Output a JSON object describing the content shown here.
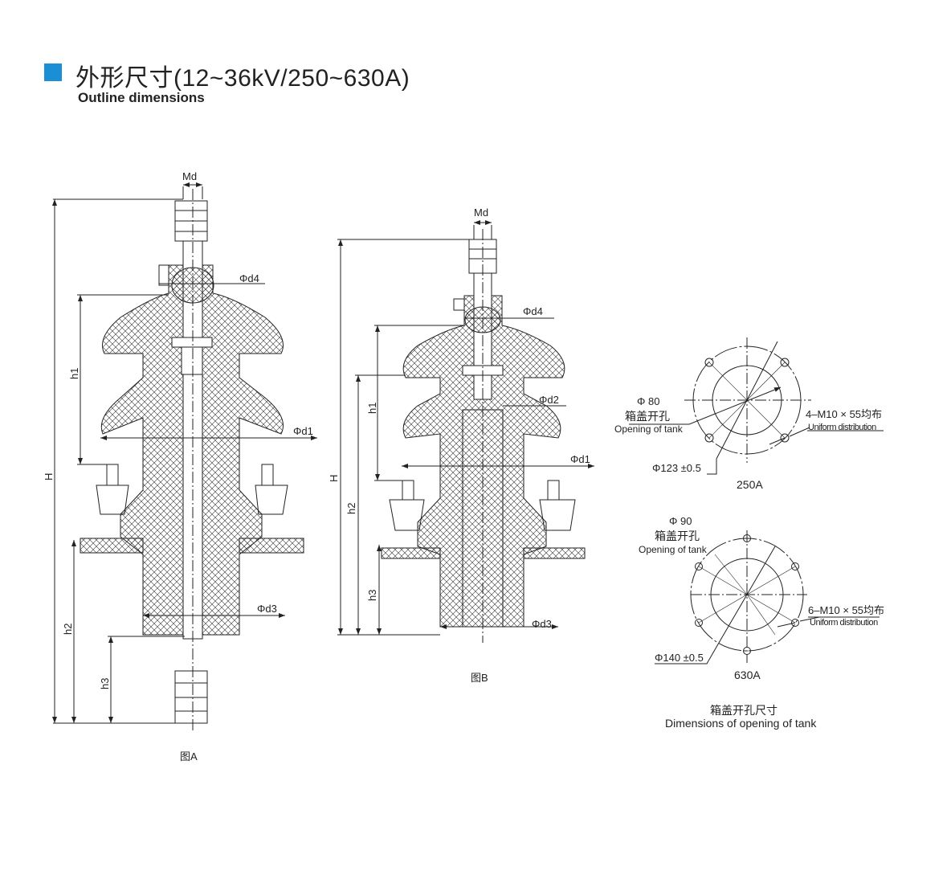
{
  "header": {
    "title": "外形尺寸(12~36kV/250~630A)",
    "subtitle": "Outline dimensions",
    "accent_color": "#1a8fd6"
  },
  "figA": {
    "caption": "图A",
    "labels": {
      "md": "Md",
      "d4": "Φd4",
      "d1": "Φd1",
      "d3": "Φd3",
      "h1": "h1",
      "h2": "h2",
      "h3": "h3",
      "H": "H"
    }
  },
  "figB": {
    "caption": "图B",
    "labels": {
      "md": "Md",
      "d4": "Φd4",
      "d2": "Φd2",
      "d1": "Φd1",
      "d3": "Φd3",
      "h1": "h1",
      "h2": "h2",
      "h3": "h3",
      "H": "H"
    }
  },
  "tank250": {
    "inner": "Φ 80",
    "opening_cn": "箱盖开孔",
    "opening_en": "Opening of tank",
    "holes_cn": "4–M10 × 55均布",
    "holes_en": "Uniform distribution",
    "pcd": "Φ123 ±0.5",
    "rating": "250A"
  },
  "tank630": {
    "inner": "Φ 90",
    "opening_cn": "箱盖开孔",
    "opening_en": "Opening of tank",
    "holes_cn": "6–M10 × 55均布",
    "holes_en": "Uniform distribution",
    "pcd": "Φ140 ±0.5",
    "rating": "630A"
  },
  "tank_caption": {
    "cn": "箱盖开孔尺寸",
    "en": "Dimensions of opening of tank"
  }
}
